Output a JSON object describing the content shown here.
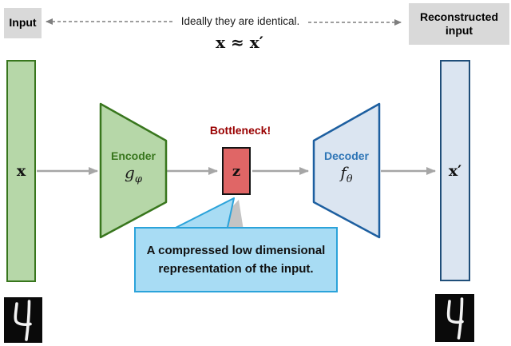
{
  "top": {
    "input_label": "Input",
    "reconstructed_label": "Reconstructed input",
    "ideally_text": "Ideally they are identical.",
    "formula": "x ≈ x′"
  },
  "encoder": {
    "title": "Encoder",
    "fn_base": "g",
    "fn_sub": "φ"
  },
  "decoder": {
    "title": "Decoder",
    "fn_base": "f",
    "fn_sub": "θ"
  },
  "bottleneck": {
    "label": "Bottleneck!",
    "z_label": "z"
  },
  "vectors": {
    "x_label": "x",
    "x_prime_label": "x′"
  },
  "bubble": {
    "line1": "A compressed low dimensional",
    "line2": "representation of the input."
  },
  "digits": {
    "left_value": "4",
    "right_value": "4"
  },
  "colors": {
    "encoder_fill": "#b6d7a8",
    "encoder_border": "#38761d",
    "decoder_fill": "#dbe5f1",
    "decoder_border": "#1d5fa0",
    "bottleneck_fill": "#e06666",
    "bottleneck_text": "#990000",
    "bubble_fill": "#a8dcf4",
    "bubble_border": "#2ba3da",
    "label_box_bg": "#d9d9d9",
    "arrow_gray": "#a6a6a6",
    "dashed_arrow_gray": "#7f7f7f"
  }
}
